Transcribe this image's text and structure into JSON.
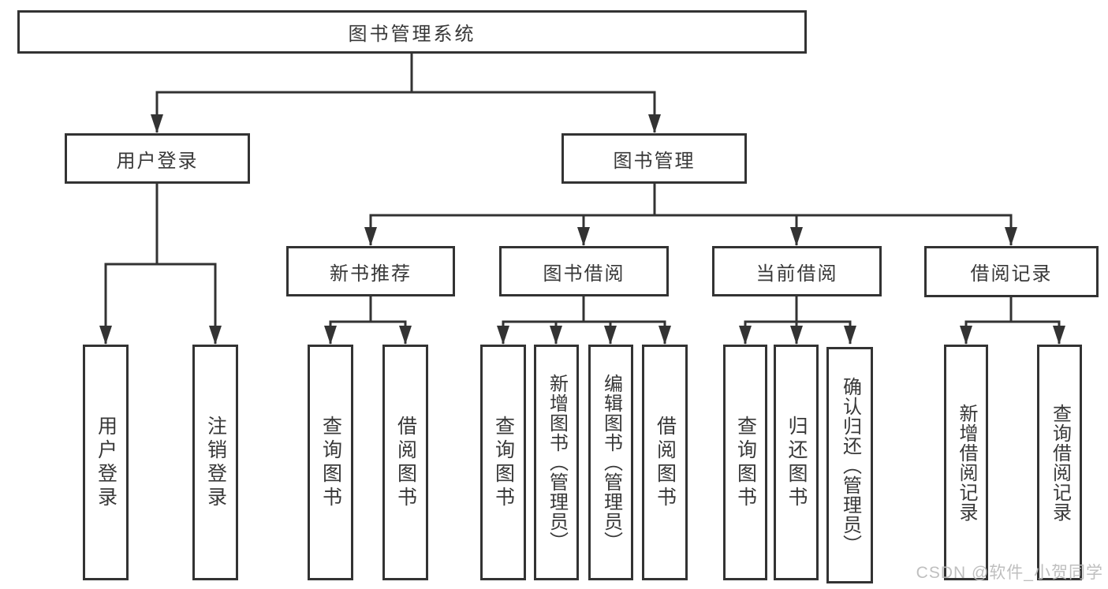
{
  "diagram": {
    "root": {
      "label": "图书管理系统"
    },
    "branches": [
      {
        "label": "用户登录",
        "children": [
          {
            "label": "用户登录"
          },
          {
            "label": "注销登录"
          }
        ]
      },
      {
        "label": "图书管理",
        "children": [
          {
            "label": "新书推荐",
            "children": [
              {
                "label": "查询图书"
              },
              {
                "label": "借阅图书"
              }
            ]
          },
          {
            "label": "图书借阅",
            "children": [
              {
                "label": "查询图书"
              },
              {
                "label": "新增图书（管理员）"
              },
              {
                "label": "编辑图书（管理员）"
              },
              {
                "label": "借阅图书"
              }
            ]
          },
          {
            "label": "当前借阅",
            "children": [
              {
                "label": "查询图书"
              },
              {
                "label": "归还图书"
              },
              {
                "label": "确认归还（管理员）"
              }
            ]
          },
          {
            "label": "借阅记录",
            "children": [
              {
                "label": "新增借阅记录"
              },
              {
                "label": "查询借阅记录"
              }
            ]
          }
        ]
      }
    ]
  },
  "watermark": {
    "text": "CSDN @软件_小贺同学"
  },
  "colors": {
    "line": "#333333",
    "box_border": "#333333",
    "box_fill": "#ffffff",
    "text": "#383838",
    "watermark": "#bcbcbc",
    "background": "#ffffff"
  }
}
